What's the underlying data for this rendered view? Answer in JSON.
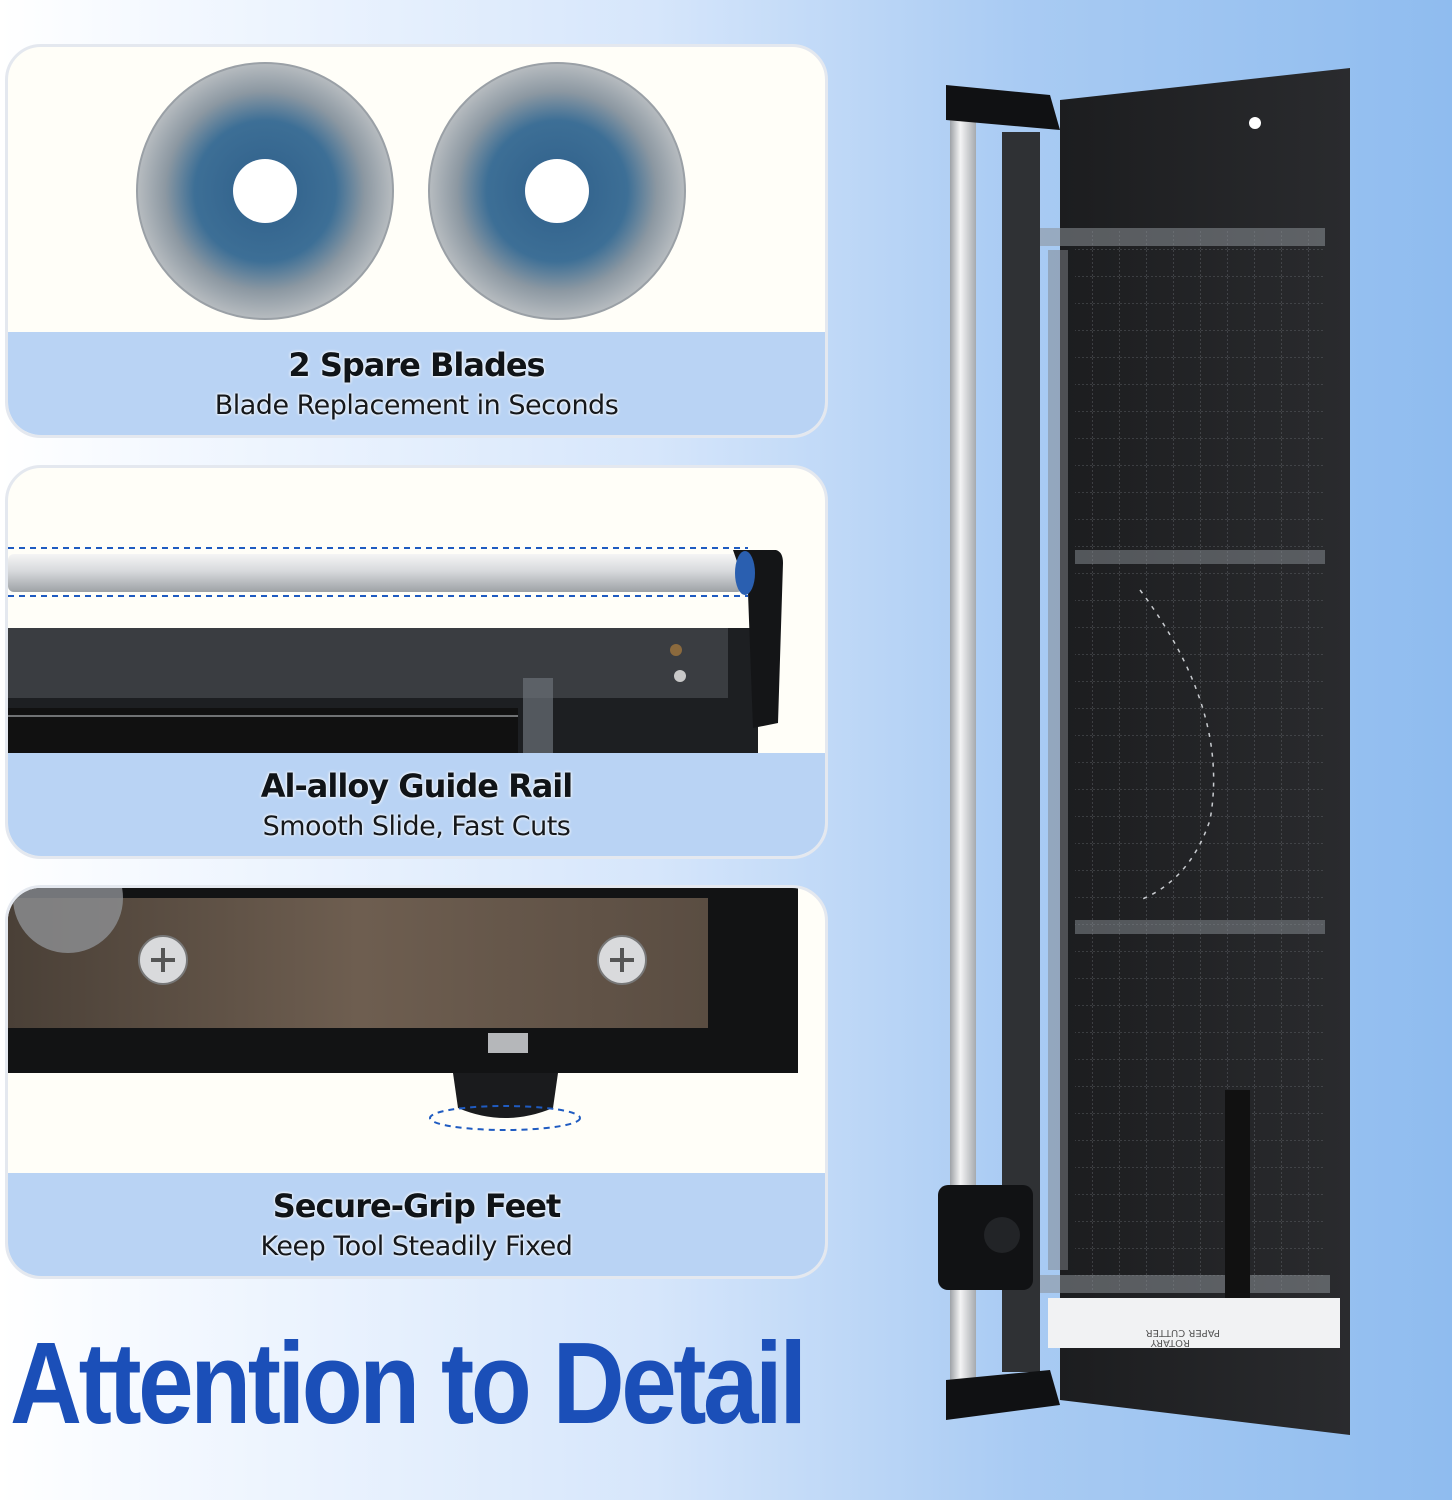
{
  "features": [
    {
      "title": "2 Spare Blades",
      "subtitle": "Blade Replacement in Seconds"
    },
    {
      "title": "Al-alloy Guide Rail",
      "subtitle": "Smooth Slide, Fast Cuts"
    },
    {
      "title": "Secure-Grip Feet",
      "subtitle": "Keep Tool Steadily Fixed"
    }
  ],
  "headline": "Attention to Detail",
  "product": {
    "label_line1": "ROTARY",
    "label_line2": "PAPER CUTTER"
  },
  "colors": {
    "headline": "#1b4fb8",
    "caption_band": "#b9d3f4",
    "background_right": "#8fbcef"
  }
}
